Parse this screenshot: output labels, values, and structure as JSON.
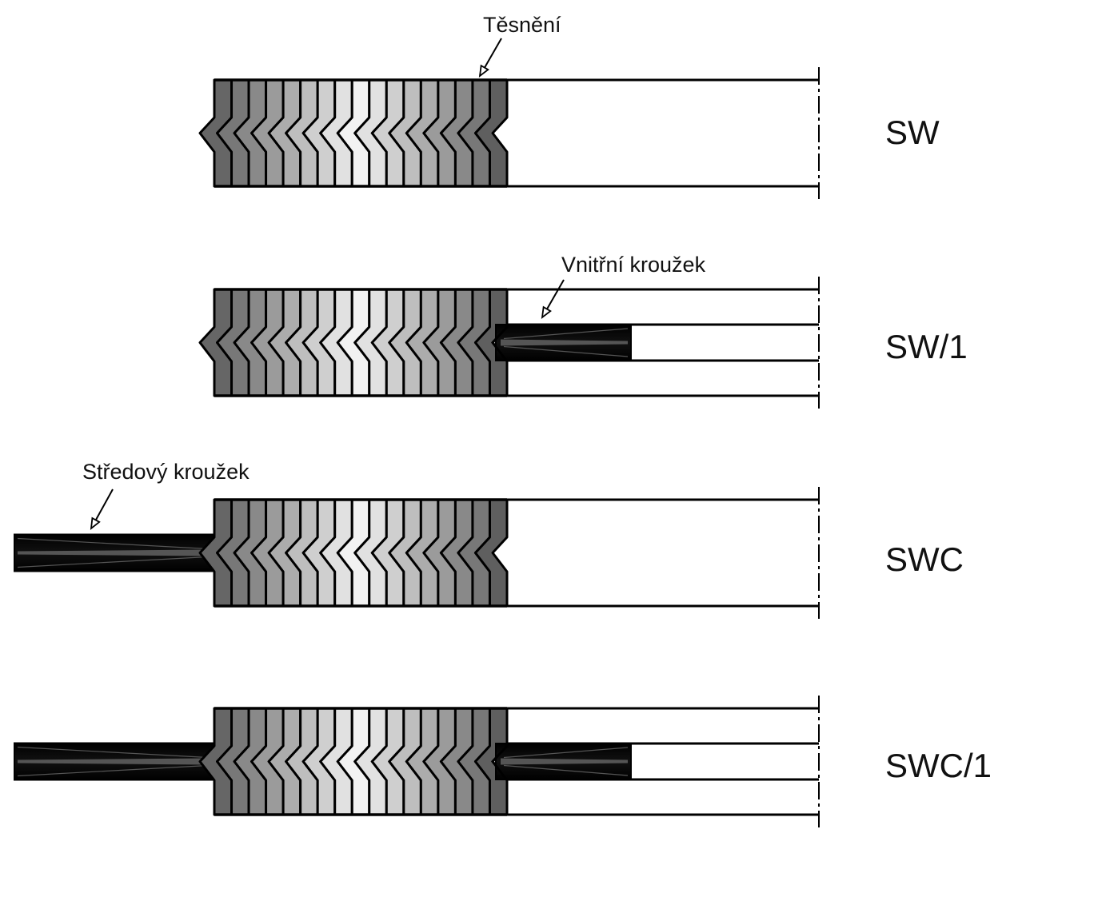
{
  "annotations": {
    "seal": "Těsnění",
    "inner_ring": "Vnitřní kroužek",
    "centering_ring": "Středový kroužek"
  },
  "variants": [
    {
      "code": "SW",
      "inner_ring": false,
      "centering_ring": false
    },
    {
      "code": "SW/1",
      "inner_ring": true,
      "centering_ring": false
    },
    {
      "code": "SWC",
      "inner_ring": false,
      "centering_ring": true
    },
    {
      "code": "SWC/1",
      "inner_ring": true,
      "centering_ring": true
    }
  ],
  "colors": {
    "outline": "#000000",
    "ring": "#050505",
    "winding_light": "#f2f2f2",
    "winding_dark": "#5a5a5a"
  }
}
